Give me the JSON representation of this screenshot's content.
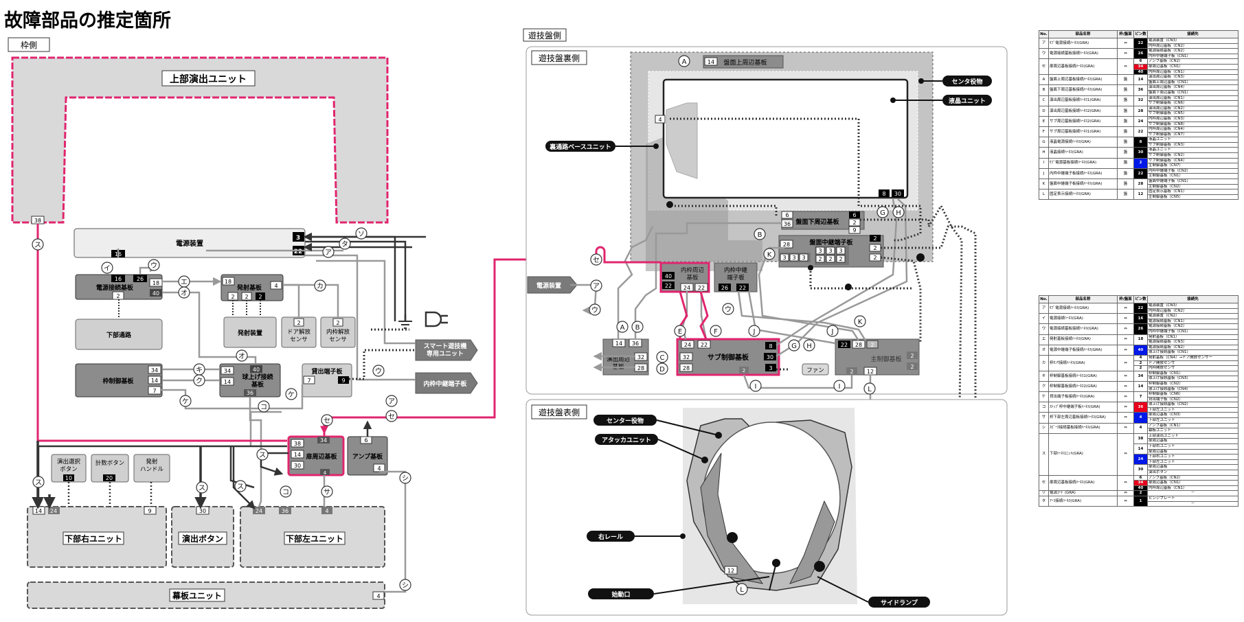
{
  "page": {
    "title": "故障部品の推定箇所"
  },
  "sections": {
    "frame_side": "枠側",
    "board_side": "遊技盤側",
    "board_back": "遊技盤裏側",
    "board_front": "遊技盤表側"
  },
  "frame": {
    "upper_unit": "上部演出ユニット",
    "psu": "電源装置",
    "psu_pins": [
      "3",
      "22"
    ],
    "psu_relay": "電源接続基板",
    "psu_relay_pins": [
      "16",
      "26",
      "18",
      "40",
      "2"
    ],
    "lower_passage": "下部通路",
    "launch_board": "発射基板",
    "launch_board_pins": [
      "18",
      "4",
      "2",
      "2",
      "2"
    ],
    "launch_device": "発射装置",
    "door_sensor": "ドア解放\nセンサ",
    "inner_sensor": "内枠解放\nセンサ",
    "ctrl_board": "枠制御基板",
    "ctrl_board_pins": [
      "34",
      "14",
      "7"
    ],
    "ball_board": "球上げ接続\n基板",
    "ball_board_pins": [
      "40",
      "34",
      "14",
      "36"
    ],
    "dispense_board": "貸出端子板",
    "dispense_pins": [
      "7",
      "9"
    ],
    "smart": "スマート遊技機\n専用ユニット",
    "inner_terminal": "内枠中継端子板",
    "door_board": "扉周辺基板",
    "door_board_pins": [
      "38",
      "34",
      "14",
      "30",
      "4"
    ],
    "amp_board": "アンプ基板",
    "amp_pins": [
      "6",
      "4"
    ],
    "select_button": "演出選択\nボタン",
    "select_pin": "10",
    "credit_button": "計数ボタン",
    "credit_pin": "20",
    "launch_handle": "発射\nハンドル",
    "handle_pin": "9",
    "lower_right": "下部右ユニット",
    "lower_right_pins": [
      "14",
      "24"
    ],
    "effect_button": "演出ボタン",
    "effect_pin": "30",
    "lower_left": "下部左ユニット",
    "lower_left_pins": [
      "24",
      "36",
      "4"
    ],
    "curtain": "幕板ユニット",
    "curtain_pin": "4",
    "upper_pin": "38"
  },
  "board": {
    "upper_board": "盤面上周辺基板",
    "upper_board_pin": "14",
    "center": "センタ役物",
    "lcd": "液晶ユニット",
    "base_unit": "裏通路ベースユニット",
    "lcd_pin": "4",
    "lcd_pins": [
      "8",
      "30"
    ],
    "lower_board": "盤面下周辺基板",
    "lower_board_pins_left": [
      "6",
      "36"
    ],
    "lower_board_pins_right": [
      "6",
      "2",
      "9"
    ],
    "relay_board": "盤面中継端子板",
    "relay_pins": [
      "28",
      "2",
      "2",
      "2",
      "3",
      "3",
      "3",
      "3",
      "3",
      "3",
      "2",
      "2"
    ],
    "inner_periph": "内枠周辺\n基板",
    "inner_periph_pins": [
      "40",
      "22",
      "24",
      "22"
    ],
    "inner_relay": "内枠中継\n端子板",
    "inner_relay_pins": [
      "26",
      "22"
    ],
    "psu": "電源装置",
    "effect_board": "演出周辺\n基板",
    "effect_pins": [
      "14",
      "36",
      "32",
      "28"
    ],
    "sub_board": "サブ制御基板",
    "sub_pins": [
      "24",
      "22",
      "32",
      "28",
      "8",
      "30",
      "3",
      "2"
    ],
    "fan": "ファン",
    "main_board": "主制御基板",
    "main_pins": [
      "22",
      "28",
      "2",
      "2",
      "2",
      "2",
      "12"
    ]
  },
  "front": {
    "center": "センター役物",
    "attacker": "アタッカユニット",
    "rail": "右レール",
    "start": "始動口",
    "side_lamp": "サイドランプ",
    "pin": "12"
  },
  "table1": {
    "headers": [
      "No.",
      "部品名称",
      "枠/盤面",
      "ピン数",
      "接続先"
    ],
    "rows": [
      {
        "no": "ア",
        "name": "ｾﾌﾞ電源接続ﾊｰﾈｽ(GRA)",
        "side": "⇔",
        "pins": [
          {
            "p": "22",
            "c": "black"
          }
        ],
        "dest": [
          "電源装置（CN3）",
          "内枠周辺基板（CN2）"
        ]
      },
      {
        "no": "ウ",
        "name": "電源接続基板接続ﾊｰﾈｽ(GRA)",
        "side": "⇔",
        "pins": [
          {
            "p": "26",
            "c": "black"
          }
        ],
        "dest": [
          "電源接続基板（CN2）",
          "内枠中継端子板（CN1）"
        ]
      },
      {
        "no": "セ",
        "name": "扉周辺基板接続ﾊｰﾈｽ(GRA)",
        "side": "⇔",
        "pins": [
          {
            "p": "6",
            "c": ""
          },
          {
            "p": "34",
            "c": "red"
          },
          {
            "p": "40",
            "c": "black"
          }
        ],
        "dest": [
          "アンプ基板（CN2）",
          "扉周辺基板（CN1）",
          "内枠周辺基板（CN1）"
        ]
      },
      {
        "no": "A",
        "name": "盤面上周辺基板接続ﾊｰﾈｽ(GRA)",
        "side": "盤",
        "pins": [
          {
            "p": "14",
            "c": ""
          }
        ],
        "dest": [
          "演出周辺基板（CN3）",
          "盤面上周辺基板（CN1）"
        ]
      },
      {
        "no": "B",
        "name": "盤面下周辺基板接続ﾊｰﾈｽ(GRA)",
        "side": "盤",
        "pins": [
          {
            "p": "36",
            "c": ""
          }
        ],
        "dest": [
          "演出周辺基板（CN4）",
          "盤面下周辺基板（CN1）"
        ]
      },
      {
        "no": "C",
        "name": "演出周辺基板接続ﾊｰﾈｽ1(GRA)",
        "side": "盤",
        "pins": [
          {
            "p": "32",
            "c": ""
          }
        ],
        "dest": [
          "演出周辺基板（CN1）",
          "サブ制御基板（CN6）"
        ]
      },
      {
        "no": "D",
        "name": "演出周辺基板接続ﾊｰﾈｽ2(GRA)",
        "side": "盤",
        "pins": [
          {
            "p": "28",
            "c": ""
          }
        ],
        "dest": [
          "演出周辺基板（CN2）",
          "サブ制御基板（CN5）"
        ]
      },
      {
        "no": "E",
        "name": "サブ周辺基板接続ﾊｰﾈｽ2(GRA)",
        "side": "盤",
        "pins": [
          {
            "p": "24",
            "c": ""
          }
        ],
        "dest": [
          "内枠周辺基板（CN3）",
          "サブ制御基板（CN8）"
        ]
      },
      {
        "no": "F",
        "name": "サブ周辺基板接続ﾊｰﾈｽ1(GRA)",
        "side": "盤",
        "pins": [
          {
            "p": "22",
            "c": ""
          }
        ],
        "dest": [
          "内枠周辺基板（CN4）",
          "サブ制御基板（CN7）"
        ]
      },
      {
        "no": "G",
        "name": "液晶電源接続ﾊｰﾈｽ(GRA)",
        "side": "盤",
        "pins": [
          {
            "p": "8",
            "c": "black"
          }
        ],
        "dest": [
          "液晶ユニット",
          "サブ制御基板（CN3）"
        ]
      },
      {
        "no": "H",
        "name": "液晶接続ﾊｰﾈｽ(GRA)",
        "side": "盤",
        "pins": [
          {
            "p": "30",
            "c": "black"
          }
        ],
        "dest": [
          "液晶ユニット",
          "サブ制御基板（CN2）"
        ]
      },
      {
        "no": "I",
        "name": "ｾﾌﾞ電源基板接続ﾊｰﾈｽ(GRA)",
        "side": "盤",
        "pins": [
          {
            "p": "2",
            "c": "blue"
          }
        ],
        "dest": [
          "サブ制御基板（CN4）",
          "主制御基板（CN7）"
        ]
      },
      {
        "no": "J",
        "name": "内枠中継端子板接続ﾊｰﾈｽ(GRA)",
        "side": "盤",
        "pins": [
          {
            "p": "22",
            "c": "black"
          }
        ],
        "dest": [
          "内枠中継端子板（CN2）",
          "主制御基板（CN1）"
        ]
      },
      {
        "no": "K",
        "name": "盤面中継端子板接続ﾊｰﾈｽ(GRA)",
        "side": "盤",
        "pins": [
          {
            "p": "28",
            "c": ""
          }
        ],
        "dest": [
          "盤面中継端子板（CN1）",
          "主制御基板（CN2）"
        ]
      },
      {
        "no": "L",
        "name": "固定表示接続ﾊｰﾈｽ(GRA)",
        "side": "盤",
        "pins": [
          {
            "p": "12",
            "c": ""
          }
        ],
        "dest": [
          "固定表示基板（CN1）",
          "主制御基板（CN5）"
        ]
      }
    ]
  },
  "table2": {
    "headers": [
      "No.",
      "部品名称",
      "枠/盤面",
      "ピン数",
      "接続先"
    ],
    "rows": [
      {
        "no": "ア",
        "name": "ｾﾌﾞ電源接続ﾊｰﾈｽ(GRA)",
        "side": "⇔",
        "pins": [
          {
            "p": "22",
            "c": "black"
          }
        ],
        "dest": [
          "電源装置（CN3）",
          "内枠周辺基板（CN2）"
        ]
      },
      {
        "no": "イ",
        "name": "電源接続ﾊｰﾈｽ(GRA)",
        "side": "⇔",
        "pins": [
          {
            "p": "16",
            "c": "black"
          }
        ],
        "dest": [
          "電源装置（CN2）",
          "電源接続基板（CN1）"
        ]
      },
      {
        "no": "ウ",
        "name": "電源接続基板接続ﾊｰﾈｽ(GRA)",
        "side": "⇔",
        "pins": [
          {
            "p": "26",
            "c": "black"
          }
        ],
        "dest": [
          "電源接続基板（CN2）",
          "内枠中継端子板（CN1）"
        ]
      },
      {
        "no": "エ",
        "name": "発射基板接続ﾊｰﾈｽ(GRA)",
        "side": "⇔",
        "pins": [
          {
            "p": "18",
            "c": ""
          }
        ],
        "dest": [
          "発射基板（CN1）",
          "電源接続基板（CN3）"
        ]
      },
      {
        "no": "オ",
        "name": "電源中継端子板接続ﾊｰﾈｽ(GRA)",
        "side": "⇔",
        "pins": [
          {
            "p": "40",
            "c": "blue"
          }
        ],
        "dest": [
          "電源接続基板（CN2）",
          "球上げ接続基板（CN1）"
        ]
      },
      {
        "no": "カ",
        "name": "枠ｾﾝｻ接続ﾊｰﾈｽ(GRA)",
        "side": "⇔",
        "pins": [
          {
            "p": "4",
            "c": ""
          },
          {
            "p": "2",
            "c": ""
          },
          {
            "p": "2",
            "c": ""
          }
        ],
        "dest": [
          "発射基板（CN4）→ドア開放センサー",
          "ドア開放センサ",
          "内枠開放センサ"
        ]
      },
      {
        "no": "キ",
        "name": "枠制御基板接続ﾊｰﾈｽ1(GRA)",
        "side": "⇔",
        "pins": [
          {
            "p": "34",
            "c": ""
          }
        ],
        "dest": [
          "枠制御基板（CN1）",
          "球上げ接続基板（CN3）"
        ]
      },
      {
        "no": "ク",
        "name": "枠制御基板接続ﾊｰﾈｽ2(GRA)",
        "side": "⇔",
        "pins": [
          {
            "p": "14",
            "c": ""
          }
        ],
        "dest": [
          "枠制御基板（CN2）",
          "球上げ接続基板（CN4）"
        ]
      },
      {
        "no": "ケ",
        "name": "貸出端子板接続ﾊｰﾈｽ(GRA)",
        "side": "⇔",
        "pins": [
          {
            "p": "7",
            "c": ""
          }
        ],
        "dest": [
          "枠制御基板（CN6）",
          "貸出端子板（CN2）"
        ]
      },
      {
        "no": "コ",
        "name": "ｽﾄｯﾌﾟ枠中継端子板ﾊｰﾈｽ(GRA)",
        "side": "⇔",
        "pins": [
          {
            "p": "36",
            "c": "red"
          }
        ],
        "dest": [
          "球上げ接続基板（CN2）",
          "下部左ユニット"
        ]
      },
      {
        "no": "サ",
        "name": "枠下部左周辺基板接続ﾊｰﾈｽ(GRA)",
        "side": "⇔",
        "pins": [
          {
            "p": "4",
            "c": "blue"
          }
        ],
        "dest": [
          "扉周辺基板（CN3）",
          "下部左ユニット"
        ]
      },
      {
        "no": "シ",
        "name": "ｽﾋﾟｰｶ接続基板接続ﾊｰﾈｽ(GRA)",
        "side": "⇔",
        "pins": [
          {
            "p": "4",
            "c": ""
          }
        ],
        "dest": [
          "アンプ基板（CN1）",
          "幕板ユニット"
        ]
      },
      {
        "no": "ス",
        "name": "下部ﾊｰﾈｽﾕﾆｯﾄ(GRA)",
        "side": "⇔",
        "pins": [
          {
            "p": "38",
            "c": ""
          },
          {
            "p": "14",
            "c": ""
          },
          {
            "p": "24",
            "c": "blue"
          },
          {
            "p": "30",
            "c": ""
          }
        ],
        "dest": [
          "上部演出ユニット",
          "扉周辺基板",
          "下部右ユニット",
          "扉周辺基板",
          "下部右ユニット",
          "下部左ユニット",
          "扉周辺基板",
          "演出ボタン"
        ]
      },
      {
        "no": "セ",
        "name": "扉周辺基板接続ﾊｰﾈｽ(GRA)",
        "side": "⇔",
        "pins": [
          {
            "p": "6",
            "c": ""
          },
          {
            "p": "34",
            "c": "red"
          },
          {
            "p": "40",
            "c": "black"
          }
        ],
        "dest": [
          "アンプ基板（CN2）",
          "扉周辺基板（CN1）",
          "内枠周辺基板（CN1）"
        ]
      },
      {
        "no": "ソ",
        "name": "電源ｺｰﾄﾞ(GRA)",
        "side": "⇔",
        "pins": [
          {
            "p": "2",
            "c": "black"
          }
        ],
        "dest": [
          "－"
        ]
      },
      {
        "no": "タ",
        "name": "ｱｰｽ接続ﾊｰﾈｽ(GRA)",
        "side": "⇔",
        "pins": [
          {
            "p": "1",
            "c": "black"
          }
        ],
        "dest": [
          "ヒンジプレート",
          "－"
        ]
      }
    ]
  }
}
